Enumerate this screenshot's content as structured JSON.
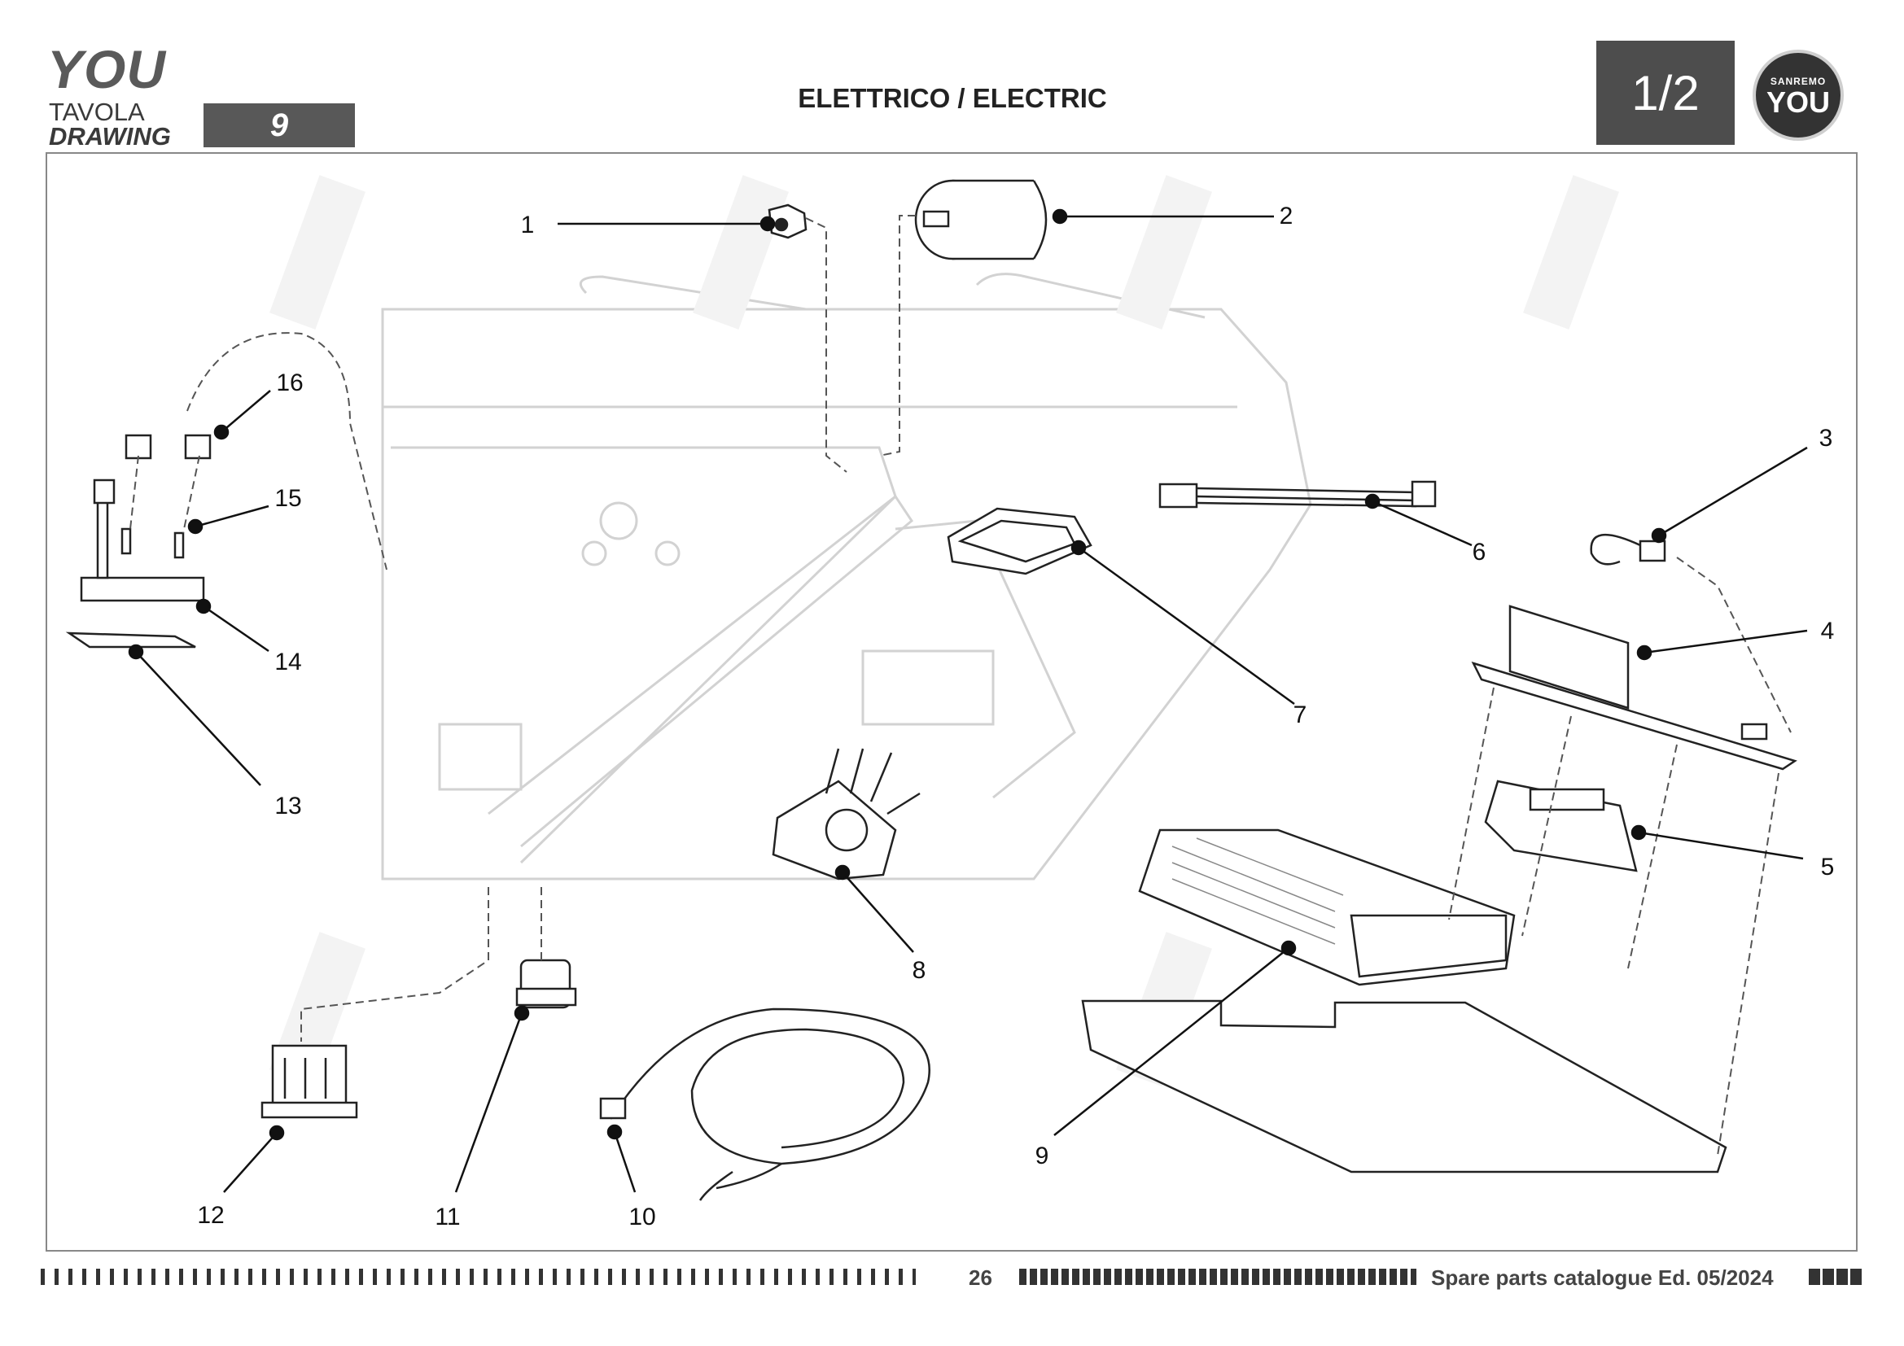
{
  "header": {
    "model": "YOU",
    "tavola": "TAVOLA",
    "drawing": "DRAWING",
    "table_number": "9",
    "title": "ELETTRICO / ELECTRIC",
    "page_indicator": "1/2",
    "logo_small": "SANREMO",
    "logo_big": "YOU"
  },
  "callouts": [
    "1",
    "2",
    "3",
    "4",
    "5",
    "6",
    "7",
    "8",
    "9",
    "10",
    "11",
    "12",
    "13",
    "14",
    "15",
    "16"
  ],
  "footer": {
    "page_number": "26",
    "catalogue": "Spare parts catalogue Ed. 05/2024"
  }
}
